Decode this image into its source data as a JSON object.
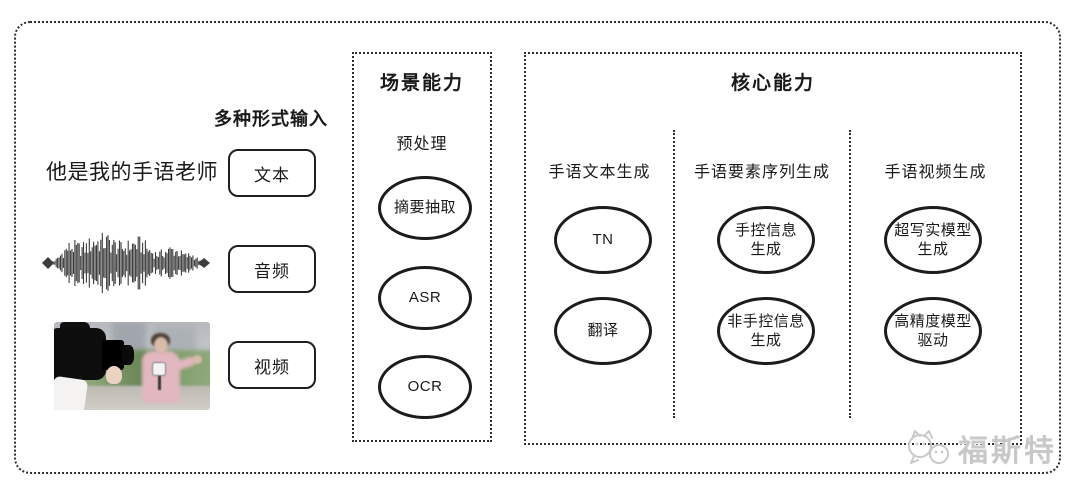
{
  "input": {
    "title": "多种形式输入",
    "sample_text": "他是我的手语老师",
    "types": [
      {
        "label": "文本"
      },
      {
        "label": "音频"
      },
      {
        "label": "视频"
      }
    ]
  },
  "scene": {
    "title": "场景能力",
    "stage_label": "预处理",
    "nodes": [
      "摘要抽取",
      "ASR",
      "OCR"
    ]
  },
  "core": {
    "title": "核心能力",
    "columns": [
      {
        "header": "手语文本生成",
        "nodes": [
          "TN",
          "翻译"
        ]
      },
      {
        "header": "手语要素序列生成",
        "nodes": [
          [
            "手控信息",
            "生成"
          ],
          [
            "非手控信息",
            "生成"
          ]
        ]
      },
      {
        "header": "手语视频生成",
        "nodes": [
          [
            "超写实模型",
            "生成"
          ],
          [
            "高精度模型",
            "驱动"
          ]
        ]
      }
    ]
  },
  "watermark": {
    "brand": "福斯特"
  },
  "colors": {
    "line": "#2e2e2e",
    "node_stroke": "#1c1c1c",
    "watermark": "#c8c8c8",
    "background": "#ffffff"
  }
}
